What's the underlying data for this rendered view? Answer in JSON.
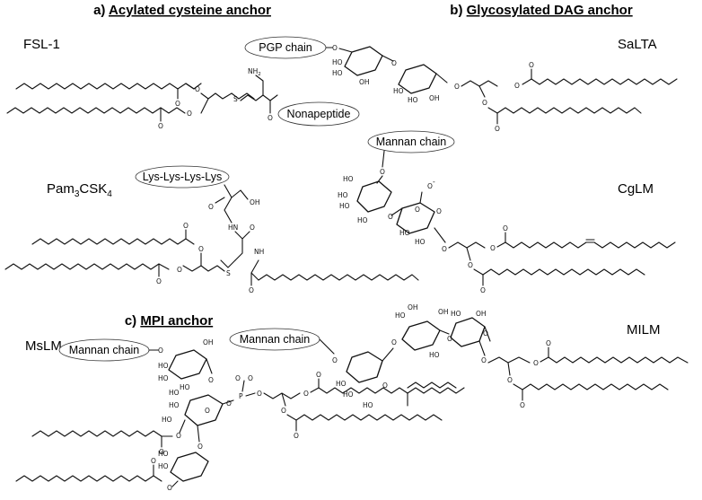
{
  "sections": {
    "a": {
      "prefix": "a) ",
      "title": "Acylated cysteine anchor"
    },
    "b": {
      "prefix": "b) ",
      "title": "Glycosylated DAG anchor"
    },
    "c": {
      "prefix": "c) ",
      "title": "MPI anchor"
    }
  },
  "molecules": {
    "fsl1": "FSL-1",
    "pam_base": "Pam",
    "pam_sub1": "3",
    "pam_mid": "CSK",
    "pam_sub2": "4",
    "salta": "SaLTA",
    "cglm": "CgLM",
    "mslm": "MsLM",
    "milm": "MILM"
  },
  "labels": {
    "nonapeptide": "Nonapeptide",
    "lys": "Lys-Lys-Lys-Lys",
    "pgp": "PGP chain",
    "mannan": "Mannan chain"
  },
  "atoms": {
    "O": "O",
    "OH": "OH",
    "HO": "HO",
    "S": "S",
    "NH2_N": "NH",
    "NH2_2": "2",
    "HN": "HN",
    "NH": "NH",
    "P": "P",
    "OM": "O",
    "minus": "-"
  }
}
